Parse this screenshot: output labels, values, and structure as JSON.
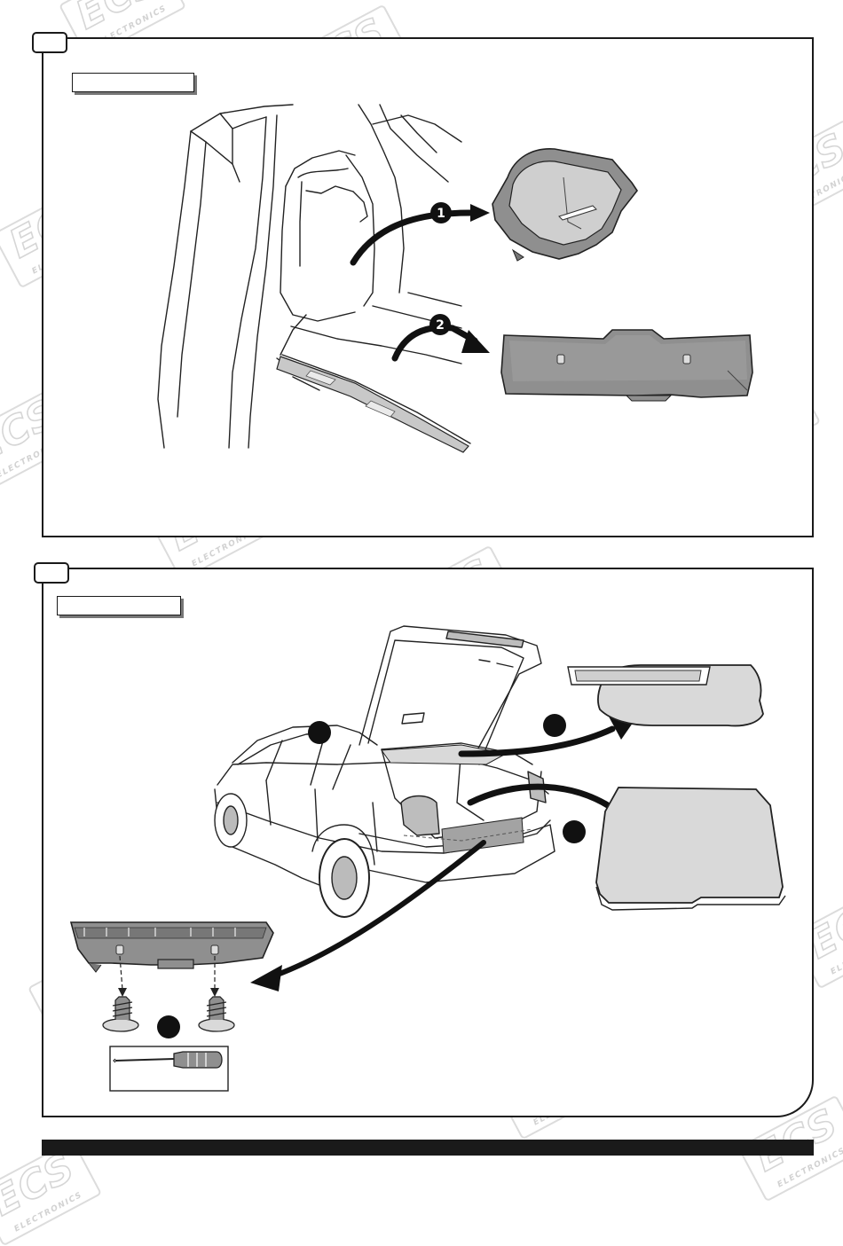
{
  "panels": [
    {
      "tab_label": "",
      "title_label": "",
      "step_markers": [
        "1",
        "2"
      ]
    },
    {
      "tab_label": "",
      "title_label": "",
      "step_markers": [
        "",
        "",
        "",
        ""
      ]
    }
  ],
  "watermark": {
    "brand": "ECS",
    "sub": "ELECTRONICS"
  },
  "colors": {
    "ink": "#1a1a1a",
    "part_fill": "#8f8f8f",
    "light_fill": "#d9d9d9",
    "watermark": "#d6d6d6"
  }
}
